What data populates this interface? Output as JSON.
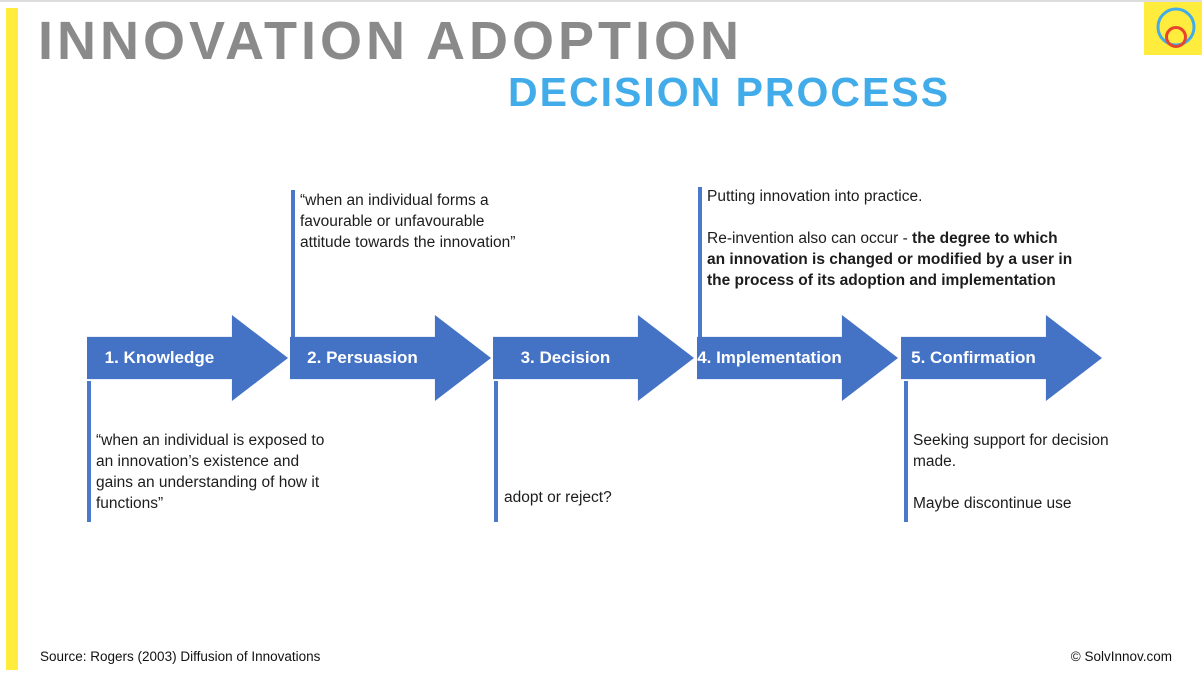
{
  "title": {
    "line1": "INNOVATION ADOPTION",
    "line2": "DECISION PROCESS"
  },
  "colors": {
    "arrow_blue": "#4472C4",
    "connector_blue": "#4B79C9",
    "title_gray": "#8A8A8A",
    "title_blue": "#41ACE9",
    "brand_yellow": "#FFEC3D",
    "logo_circle_blue": "#41ACE9",
    "logo_circle_red": "#E8432C"
  },
  "logo": {
    "name": "solvinnov-logo"
  },
  "stages": [
    {
      "label": "1. Knowledge",
      "note": "“when an individual is exposed to an innovation’s existence and gains an understanding of how it functions”",
      "note_position": "below"
    },
    {
      "label": "2. Persuasion",
      "note": "“when an individual forms a favourable or unfavourable attitude towards the innovation”",
      "note_position": "above"
    },
    {
      "label": "3. Decision",
      "note": "adopt or reject?",
      "note_position": "below"
    },
    {
      "label": "4. Implementation",
      "note_line1": "Putting innovation into practice.",
      "note_line2_regular": "Re-invention also can occur - ",
      "note_line2_bold": "the degree to which an innovation is changed or modified by a user in the process of its adoption and implementation",
      "note_position": "above"
    },
    {
      "label": "5. Confirmation",
      "note_line1": "Seeking support for decision made.",
      "note_line2": "Maybe discontinue use",
      "note_position": "below"
    }
  ],
  "footer": {
    "source": "Source: Rogers (2003) Diffusion of Innovations",
    "copyright": "© SolvInnov.com"
  }
}
